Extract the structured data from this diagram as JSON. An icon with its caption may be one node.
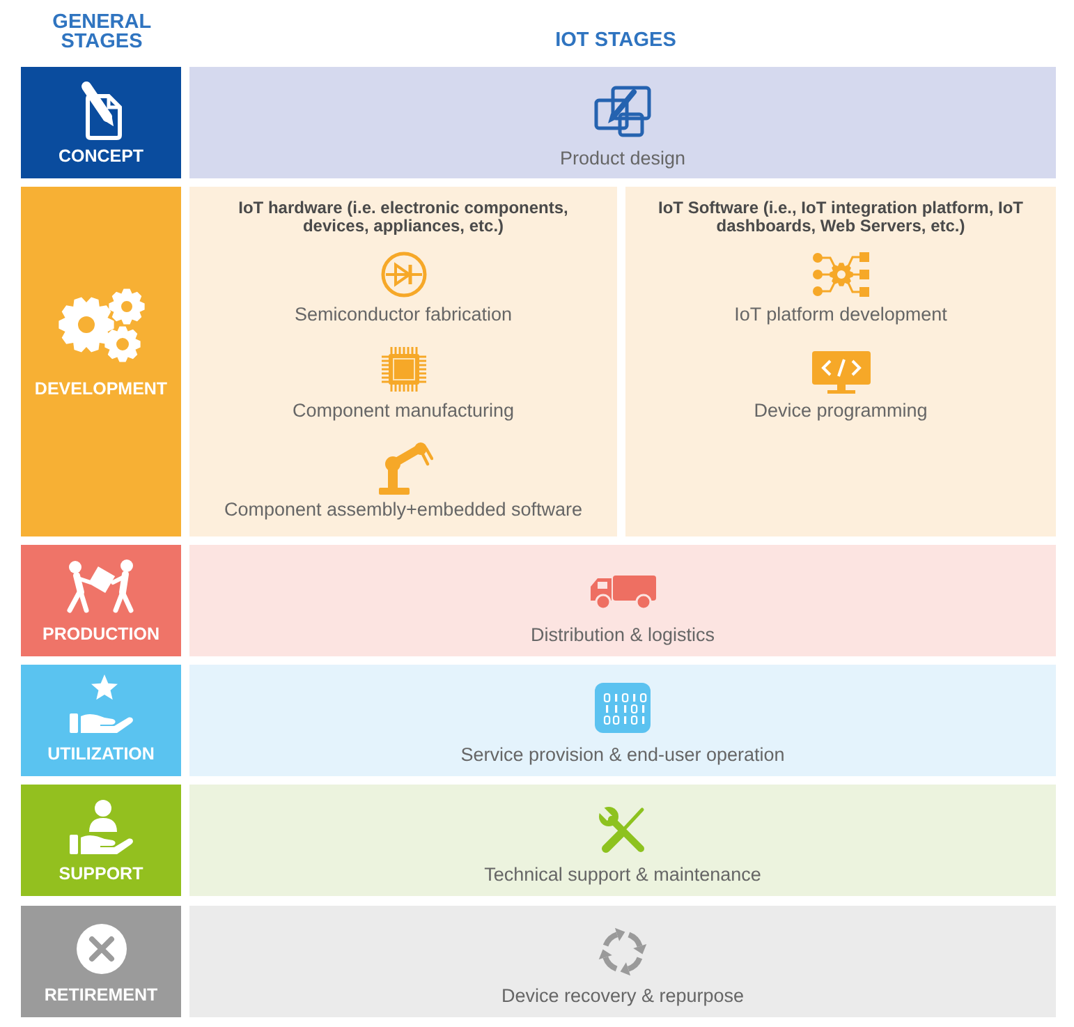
{
  "diagram": {
    "nodes": [
      {
        "text": [
          "CONCEPT"
        ]
      },
      {
        "text": [
          "Product design"
        ]
      },
      {
        "text": [
          "DEVELOPMENT"
        ]
      },
      {
        "text": [
          "IoT hardware (i.e. electronic components, devices, appliances, etc.)",
          "Semiconductor fabrication",
          "Component manufacturing",
          "Component assembly+embedded software"
        ]
      },
      {
        "text": [
          "IoT Software (i.e., IoT integration platform, IoT dashboards, Web Servers, etc.)",
          "IoT platform development",
          "Device programming"
        ]
      },
      {
        "text": [
          "PRODUCTION"
        ]
      },
      {
        "text": [
          "Distribution & logistics"
        ]
      },
      {
        "text": [
          "UTILIZATION"
        ]
      },
      {
        "text": [
          "Service provision & end-user operation"
        ]
      },
      {
        "text": [
          "SUPPORT"
        ]
      },
      {
        "text": [
          "Technical support & maintenance"
        ]
      },
      {
        "text": [
          "RETIREMENT"
        ]
      },
      {
        "text": [
          "Device recovery & repurpose"
        ]
      }
    ],
    "labels": [
      "GENERAL STAGES",
      "IOT STAGES"
    ]
  }
}
